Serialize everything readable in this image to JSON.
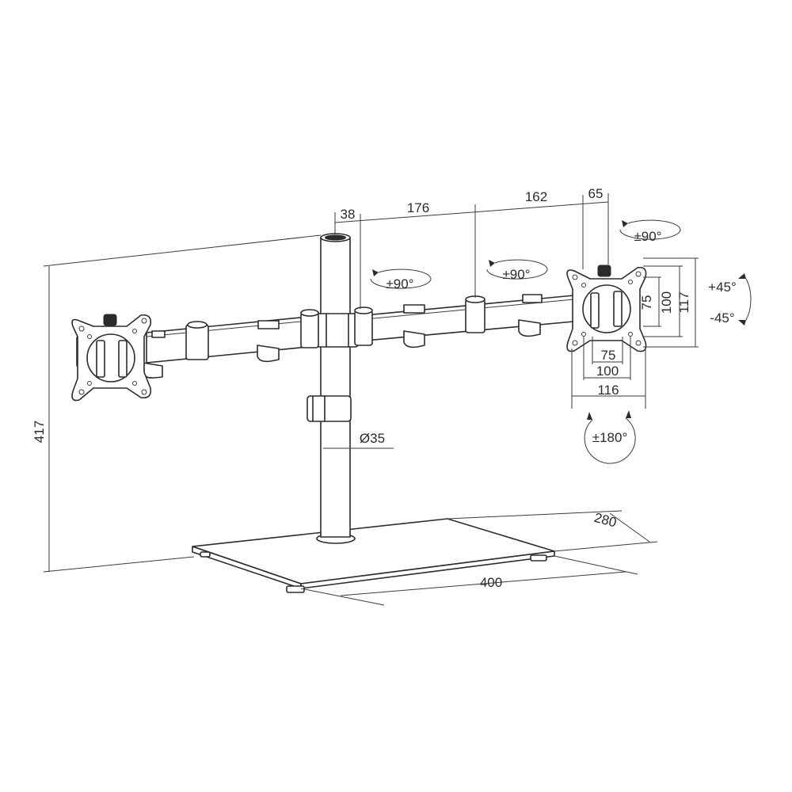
{
  "dimensions": {
    "height_total": "417",
    "pole_offset": "38",
    "arm_inner": "176",
    "arm_outer": "162",
    "head_depth": "65",
    "pole_diameter": "Ø35",
    "base_depth": "280",
    "base_width": "400",
    "vesa_h_75": "75",
    "vesa_h_100": "100",
    "plate_width": "116",
    "vesa_v_75": "75",
    "vesa_v_100": "100",
    "plate_height": "117"
  },
  "rotations": {
    "arm_joint_left": "±90°",
    "arm_joint_right": "±90°",
    "head_swivel": "±90°",
    "tilt_up": "+45°",
    "tilt_down": "-45°",
    "rotation": "±180°"
  },
  "colors": {
    "line": "#2b2b2b",
    "background": "#ffffff"
  }
}
